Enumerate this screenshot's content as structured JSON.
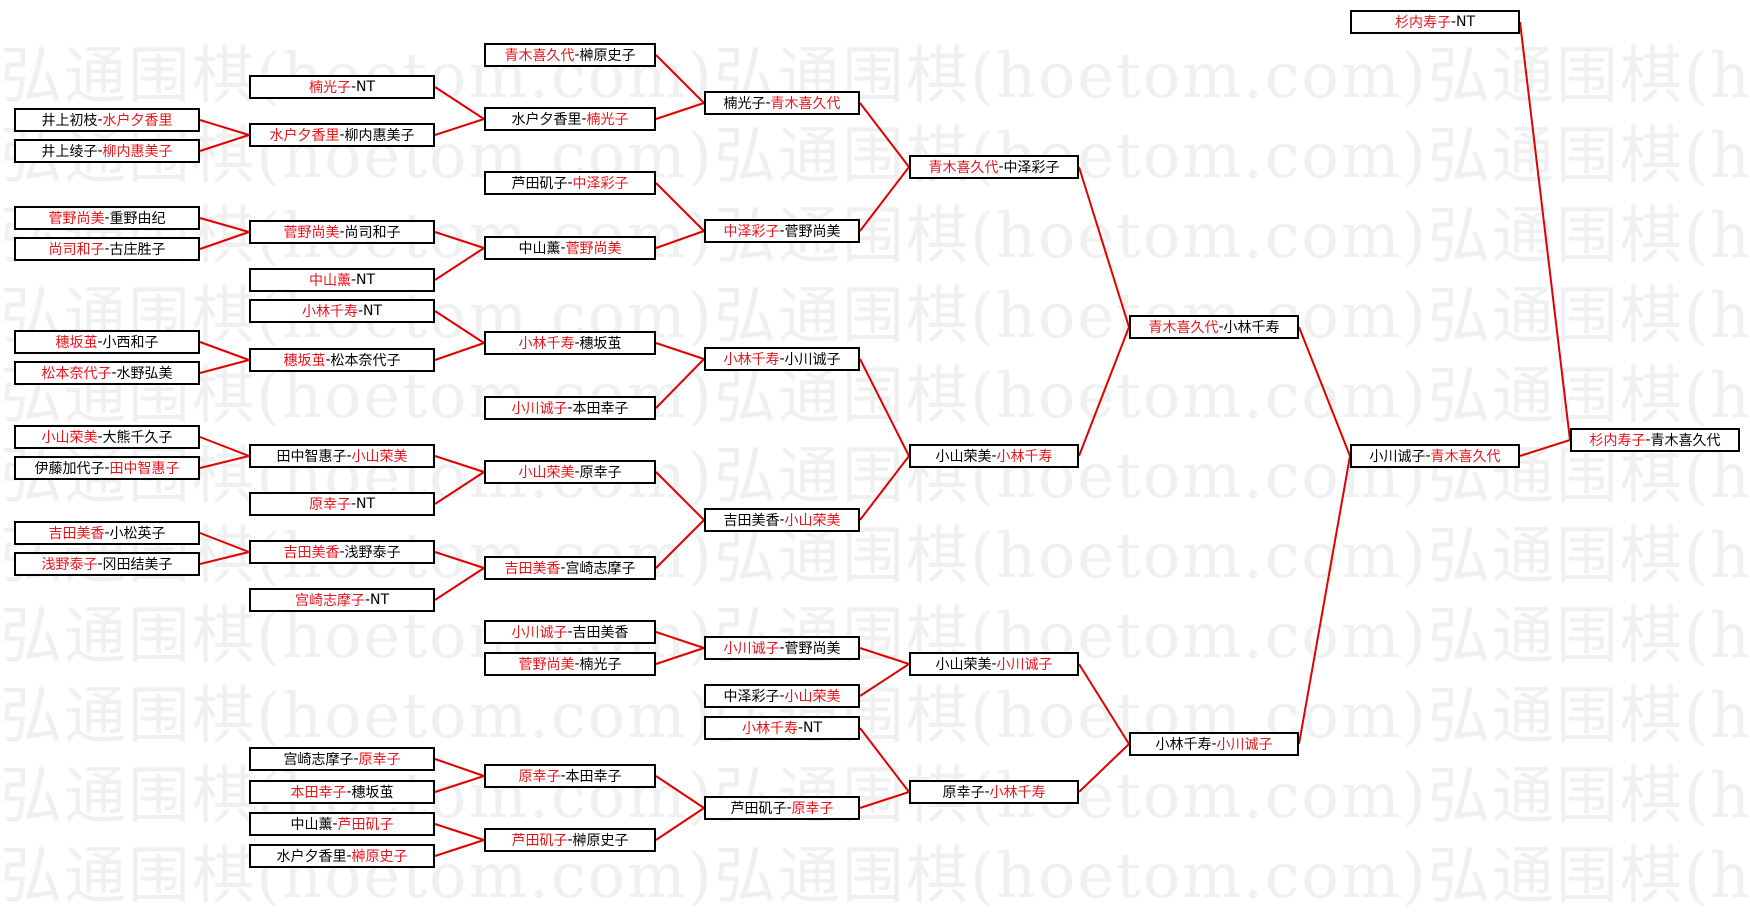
{
  "watermark": "弘通围棋(hoetom.com)",
  "colors": {
    "winner": "#e8141c",
    "line": "#e00000",
    "text": "#000000"
  },
  "matches": [
    {
      "id": "r0_1",
      "left": "井上初枝",
      "right": "水户夕香里",
      "winner": "right"
    },
    {
      "id": "r0_2",
      "left": "井上绫子",
      "right": "柳内惠美子",
      "winner": "right"
    },
    {
      "id": "r0_3",
      "left": "菅野尚美",
      "right": "重野由纪",
      "winner": "left"
    },
    {
      "id": "r0_4",
      "left": "尚司和子",
      "right": "古庄胜子",
      "winner": "left"
    },
    {
      "id": "r0_5",
      "left": "穗坂茧",
      "right": "小西和子",
      "winner": "left"
    },
    {
      "id": "r0_6",
      "left": "松本奈代子",
      "right": "水野弘美",
      "winner": "left"
    },
    {
      "id": "r0_7",
      "left": "小山荣美",
      "right": "大熊千久子",
      "winner": "left"
    },
    {
      "id": "r0_8",
      "left": "伊藤加代子",
      "right": "田中智惠子",
      "winner": "right"
    },
    {
      "id": "r0_9",
      "left": "吉田美香",
      "right": "小松英子",
      "winner": "left"
    },
    {
      "id": "r0_10",
      "left": "浅野泰子",
      "right": "冈田结美子",
      "winner": "left"
    },
    {
      "id": "r1_1",
      "left": "楠光子",
      "right": "NT",
      "winner": "left"
    },
    {
      "id": "r1_2",
      "left": "水户夕香里",
      "right": "柳内惠美子",
      "winner": "left"
    },
    {
      "id": "r1_3",
      "left": "菅野尚美",
      "right": "尚司和子",
      "winner": "left"
    },
    {
      "id": "r1_4",
      "left": "中山薰",
      "right": "NT",
      "winner": "left"
    },
    {
      "id": "r1_5",
      "left": "小林千寿",
      "right": "NT",
      "winner": "left"
    },
    {
      "id": "r1_6",
      "left": "穗坂茧",
      "right": "松本奈代子",
      "winner": "left"
    },
    {
      "id": "r1_7",
      "left": "田中智惠子",
      "right": "小山荣美",
      "winner": "right"
    },
    {
      "id": "r1_8",
      "left": "原幸子",
      "right": "NT",
      "winner": "left"
    },
    {
      "id": "r1_9",
      "left": "吉田美香",
      "right": "浅野泰子",
      "winner": "left"
    },
    {
      "id": "r1_10",
      "left": "宫崎志摩子",
      "right": "NT",
      "winner": "left"
    },
    {
      "id": "r1_11",
      "left": "宫崎志摩子",
      "right": "原幸子",
      "winner": "right"
    },
    {
      "id": "r1_12",
      "left": "本田幸子",
      "right": "穗坂茧",
      "winner": "left"
    },
    {
      "id": "r1_13",
      "left": "中山薰",
      "right": "芦田矶子",
      "winner": "right"
    },
    {
      "id": "r1_14",
      "left": "水户夕香里",
      "right": "榊原史子",
      "winner": "right"
    },
    {
      "id": "r2_1",
      "left": "青木喜久代",
      "right": "榊原史子",
      "winner": "left"
    },
    {
      "id": "r2_2",
      "left": "水户夕香里",
      "right": "楠光子",
      "winner": "right"
    },
    {
      "id": "r2_3",
      "left": "芦田矶子",
      "right": "中泽彩子",
      "winner": "right"
    },
    {
      "id": "r2_4",
      "left": "中山薰",
      "right": "菅野尚美",
      "winner": "right"
    },
    {
      "id": "r2_5",
      "left": "小林千寿",
      "right": "穗坂茧",
      "winner": "left"
    },
    {
      "id": "r2_6",
      "left": "小川诚子",
      "right": "本田幸子",
      "winner": "left"
    },
    {
      "id": "r2_7",
      "left": "小山荣美",
      "right": "原幸子",
      "winner": "left"
    },
    {
      "id": "r2_8",
      "left": "吉田美香",
      "right": "宫崎志摩子",
      "winner": "left"
    },
    {
      "id": "r2_9",
      "left": "小川诚子",
      "right": "吉田美香",
      "winner": "left"
    },
    {
      "id": "r2_10",
      "left": "菅野尚美",
      "right": "楠光子",
      "winner": "left"
    },
    {
      "id": "r2_11",
      "left": "原幸子",
      "right": "本田幸子",
      "winner": "left"
    },
    {
      "id": "r2_12",
      "left": "芦田矶子",
      "right": "榊原史子",
      "winner": "left"
    },
    {
      "id": "r3_1",
      "left": "楠光子",
      "right": "青木喜久代",
      "winner": "right"
    },
    {
      "id": "r3_2",
      "left": "中泽彩子",
      "right": "菅野尚美",
      "winner": "left"
    },
    {
      "id": "r3_3",
      "left": "小林千寿",
      "right": "小川诚子",
      "winner": "left"
    },
    {
      "id": "r3_4",
      "left": "吉田美香",
      "right": "小山荣美",
      "winner": "right"
    },
    {
      "id": "r3_5",
      "left": "小川诚子",
      "right": "菅野尚美",
      "winner": "left"
    },
    {
      "id": "r3_6",
      "left": "中泽彩子",
      "right": "小山荣美",
      "winner": "right"
    },
    {
      "id": "r3_7",
      "left": "小林千寿",
      "right": "NT",
      "winner": "left"
    },
    {
      "id": "r3_8",
      "left": "芦田矶子",
      "right": "原幸子",
      "winner": "right"
    },
    {
      "id": "r4_1",
      "left": "青木喜久代",
      "right": "中泽彩子",
      "winner": "left"
    },
    {
      "id": "r4_2",
      "left": "小山荣美",
      "right": "小林千寿",
      "winner": "right"
    },
    {
      "id": "r4_3",
      "left": "小山荣美",
      "right": "小川诚子",
      "winner": "right"
    },
    {
      "id": "r4_4",
      "left": "原幸子",
      "right": "小林千寿",
      "winner": "right"
    },
    {
      "id": "r5_1",
      "left": "青木喜久代",
      "right": "小林千寿",
      "winner": "left"
    },
    {
      "id": "r5_2",
      "left": "小林千寿",
      "right": "小川诚子",
      "winner": "right"
    },
    {
      "id": "r6_1",
      "left": "小川诚子",
      "right": "青木喜久代",
      "winner": "right"
    },
    {
      "id": "r7_1",
      "left": "杉内寿子",
      "right": "NT",
      "winner": "left"
    },
    {
      "id": "r7_2",
      "left": "杉内寿子",
      "right": "青木喜久代",
      "winner": "left"
    }
  ]
}
